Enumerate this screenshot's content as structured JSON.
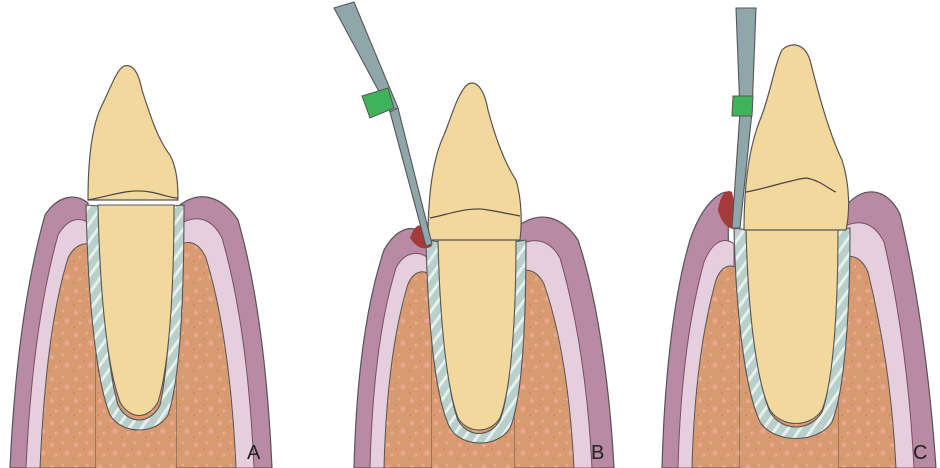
{
  "panels": [
    {
      "label": "A",
      "probe": "none"
    },
    {
      "label": "B",
      "probe": "angled-probe"
    },
    {
      "label": "C",
      "probe": "vertical-probe"
    }
  ],
  "colors": {
    "gingiva": "#b98aa3",
    "gingiva_dark": "#7a4d66",
    "periosteum": "#e6cfdc",
    "cortical": "#ead7e2",
    "bone": "#d89a70",
    "bone_spot": "#eaa890",
    "ligament": "#b8cfca",
    "ligament_stripe": "#e8f0ee",
    "tooth": "#f2d89c",
    "outline": "#555555",
    "probe": "#8fa7ab",
    "probe_mark": "#3fb25a",
    "blood": "#a33b3b"
  }
}
